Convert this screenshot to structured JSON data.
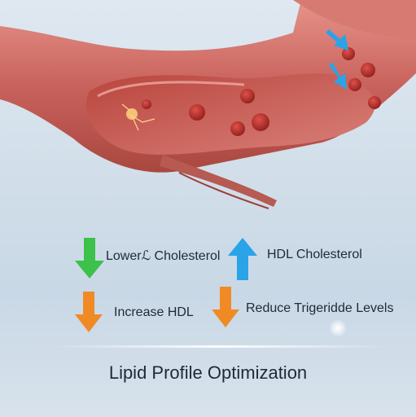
{
  "legend": {
    "items": [
      {
        "label": "Lowerℒ Cholesterol",
        "icon": "down-arrow-icon",
        "color": "#3cc14a"
      },
      {
        "label": "HDL Cholesterol",
        "icon": "up-arrow-icon",
        "color": "#2aa3e8"
      },
      {
        "label": "Increase HDL",
        "icon": "down-arrow-icon",
        "color": "#f08a24"
      },
      {
        "label": "Reduce Trigeridde Levels",
        "icon": "down-arrow-icon",
        "color": "#f08a24"
      }
    ]
  },
  "caption": "Lipid Profile Optimization",
  "illustration": {
    "subject": "artery-cross-section",
    "accent": "#c1504f"
  }
}
